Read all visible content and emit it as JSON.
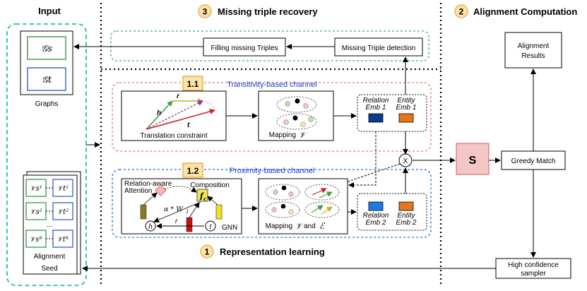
{
  "input": {
    "header": "Input",
    "graphs": {
      "gs": "𝒢s",
      "gt": "𝒢t",
      "caption": "Graphs"
    },
    "seed": {
      "pairs": [
        {
          "left": "𝒱s¹",
          "right": "𝒱t¹"
        },
        {
          "left": "𝒱s²",
          "right": "𝒱t²"
        },
        {
          "left": "𝒱sᴷ",
          "right": "𝒱tᴷ"
        }
      ],
      "dots": "...",
      "caption_line1": "Alignment",
      "caption_line2": "Seed"
    }
  },
  "recovery": {
    "number": "3",
    "header": "Missing triple recovery",
    "filling": "Filling missing Triples",
    "detection": "Missing Triple detection"
  },
  "alignment": {
    "number": "2",
    "header": "Alignment Computation",
    "results_line1": "Alignment",
    "results_line2": "Results",
    "s_label": "S",
    "greedy": "Greedy Match",
    "sampler_line1": "High confidence",
    "sampler_line2": "sampler"
  },
  "representation": {
    "number": "1",
    "header": "Representation learning",
    "multiply": "X",
    "transitivity": {
      "badge": "1.1",
      "title": "Transitivity-based channel",
      "r": "r",
      "h": "h",
      "t": "t",
      "translation": "Translation constraint",
      "mapping": "Mapping",
      "mapping_symbol": "𝒱",
      "relation_line1": "Relation",
      "relation_line2": "Emb 1",
      "entity_line1": "Entity",
      "entity_line2": "Emb 1"
    },
    "proximity": {
      "badge": "1.2",
      "title": "Proximity-based channel",
      "attention_line1": "Relation-aware",
      "attention_line2": "Attention",
      "composition": "Composition",
      "alpha": "α * W",
      "alpha_sub": "1",
      "fc": "f",
      "fc_sub": "c",
      "h": "h",
      "r": "r",
      "t": "t",
      "gnn": "GNN",
      "mapping": "Mapping",
      "mapping_v": "𝒱",
      "mapping_and": "and",
      "mapping_e": "ℰ",
      "relation_line1": "Relation",
      "relation_line2": "Emb 2",
      "entity_line1": "Entity",
      "entity_line2": "Emb 2"
    }
  },
  "colors": {
    "teal_dash": "#22bfb0",
    "green_dash": "#5bb98b",
    "pink_dash": "#f08a8a",
    "blue_dash": "#3a8fe0",
    "badge_fill": "#fde3a8",
    "badge_stroke": "#e0a53a",
    "s_fill": "#f5c6c6",
    "dark_blue_emb": "#0b3c8c",
    "orange_emb": "#e8751a",
    "light_blue_emb": "#1e7be0"
  }
}
